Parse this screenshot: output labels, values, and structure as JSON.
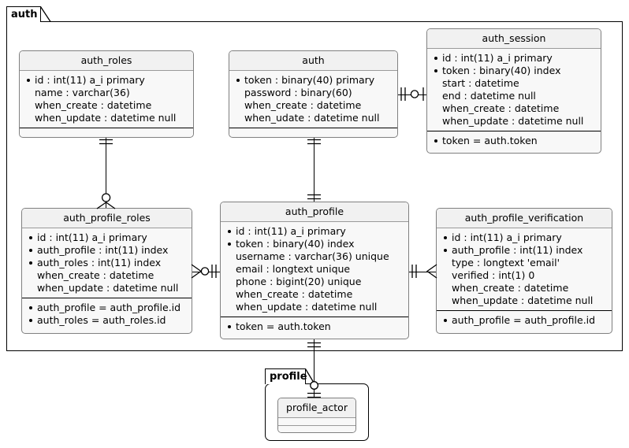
{
  "diagram": {
    "type": "entity-relationship-diagram",
    "packages": [
      {
        "name": "auth",
        "label": "auth"
      },
      {
        "name": "profile",
        "label": "profile"
      }
    ]
  },
  "entities": {
    "auth_roles": {
      "title": "auth_roles",
      "attributes": [
        {
          "text": "id : int(11) a_i primary",
          "key": true
        },
        {
          "text": "name : varchar(36)",
          "key": false
        },
        {
          "text": "when_create : datetime",
          "key": false
        },
        {
          "text": "when_update : datetime null",
          "key": false
        }
      ],
      "relations": []
    },
    "auth": {
      "title": "auth",
      "attributes": [
        {
          "text": "token : binary(40) primary",
          "key": true
        },
        {
          "text": "password : binary(60)",
          "key": false
        },
        {
          "text": "when_create : datetime",
          "key": false
        },
        {
          "text": "when_udate : datetime null",
          "key": false
        }
      ],
      "relations": []
    },
    "auth_session": {
      "title": "auth_session",
      "attributes": [
        {
          "text": "id : int(11) a_i primary",
          "key": true
        },
        {
          "text": "token : binary(40) index",
          "key": true
        },
        {
          "text": "start : datetime",
          "key": false
        },
        {
          "text": "end : datetime null",
          "key": false
        },
        {
          "text": "when_create : datetime",
          "key": false
        },
        {
          "text": "when_update : datetime null",
          "key": false
        }
      ],
      "relations": [
        {
          "text": "token = auth.token",
          "key": true
        }
      ]
    },
    "auth_profile_roles": {
      "title": "auth_profile_roles",
      "attributes": [
        {
          "text": "id : int(11) a_i primary",
          "key": true
        },
        {
          "text": "auth_profile : int(11) index",
          "key": true
        },
        {
          "text": "auth_roles : int(11) index",
          "key": true
        },
        {
          "text": "when_create : datetime",
          "key": false
        },
        {
          "text": "when_update : datetime null",
          "key": false
        }
      ],
      "relations": [
        {
          "text": "auth_profile = auth_profile.id",
          "key": true
        },
        {
          "text": "auth_roles = auth_roles.id",
          "key": true
        }
      ]
    },
    "auth_profile": {
      "title": "auth_profile",
      "attributes": [
        {
          "text": "id : int(11) a_i primary",
          "key": true
        },
        {
          "text": "token : binary(40) index",
          "key": true
        },
        {
          "text": "username : varchar(36) unique",
          "key": false
        },
        {
          "text": "email : longtext unique",
          "key": false
        },
        {
          "text": "phone : bigint(20) unique",
          "key": false
        },
        {
          "text": "when_create : datetime",
          "key": false
        },
        {
          "text": "when_update : datetime null",
          "key": false
        }
      ],
      "relations": [
        {
          "text": "token = auth.token",
          "key": true
        }
      ]
    },
    "auth_profile_verification": {
      "title": "auth_profile_verification",
      "attributes": [
        {
          "text": "id : int(11) a_i primary",
          "key": true
        },
        {
          "text": "auth_profile : int(11) index",
          "key": true
        },
        {
          "text": "type : longtext 'email'",
          "key": false
        },
        {
          "text": "verified : int(1) 0",
          "key": false
        },
        {
          "text": "when_create : datetime",
          "key": false
        },
        {
          "text": "when_update : datetime null",
          "key": false
        }
      ],
      "relations": [
        {
          "text": "auth_profile = auth_profile.id",
          "key": true
        }
      ]
    },
    "profile_actor": {
      "title": "profile_actor",
      "attributes": [],
      "relations": []
    }
  },
  "relationships": [
    {
      "from": "auth",
      "to": "auth_session",
      "from_card": "one-and-only-one",
      "to_card": "zero-or-one"
    },
    {
      "from": "auth_roles",
      "to": "auth_profile_roles",
      "from_card": "one-and-only-one",
      "to_card": "zero-or-many"
    },
    {
      "from": "auth",
      "to": "auth_profile",
      "from_card": "one-and-only-one",
      "to_card": "one-and-only-one"
    },
    {
      "from": "auth_profile_roles",
      "to": "auth_profile",
      "from_card": "zero-or-many",
      "to_card": "one-and-only-one"
    },
    {
      "from": "auth_profile",
      "to": "auth_profile_verification",
      "from_card": "one-and-only-one",
      "to_card": "one-or-many"
    },
    {
      "from": "auth_profile",
      "to": "profile_actor",
      "from_card": "one-and-only-one",
      "to_card": "zero-or-one"
    }
  ],
  "colors": {
    "entity_fill": "#f8f8f8",
    "entity_header_fill": "#f1f1f1",
    "entity_border": "#808080",
    "package_border": "#000000",
    "background": "#ffffff",
    "line": "#000000"
  }
}
